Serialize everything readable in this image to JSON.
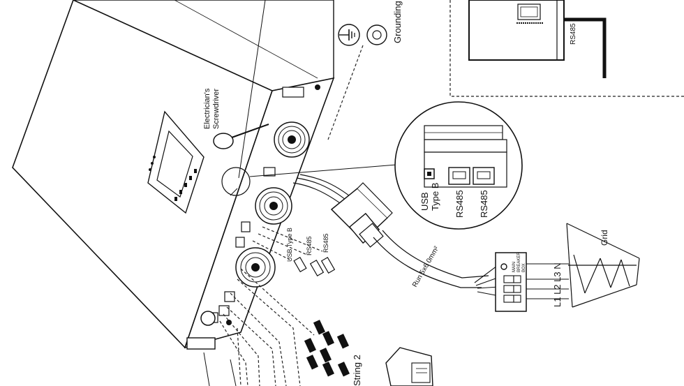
{
  "labels": {
    "grounding": "Grounding",
    "screwdriver_line1": "Electrician's",
    "screwdriver_line2": "Screwdriver",
    "usb_type_b": "USB Type B",
    "rs485_a": "RS485",
    "rs485_b": "RS485",
    "rs485_remote": "RS485",
    "zoom_usb_line1": "USB",
    "zoom_usb_line2": "Type B",
    "zoom_rs485_a": "RS485",
    "zoom_rs485_b": "RS485",
    "cable_spec": "Run 5x6 0mm²",
    "breaker_line1": "MAIN",
    "breaker_line2": "BREAKER",
    "breaker_line3": "BOX",
    "phases": "L1 L2 L3 N",
    "grid": "Grid",
    "string2": "String 2"
  }
}
